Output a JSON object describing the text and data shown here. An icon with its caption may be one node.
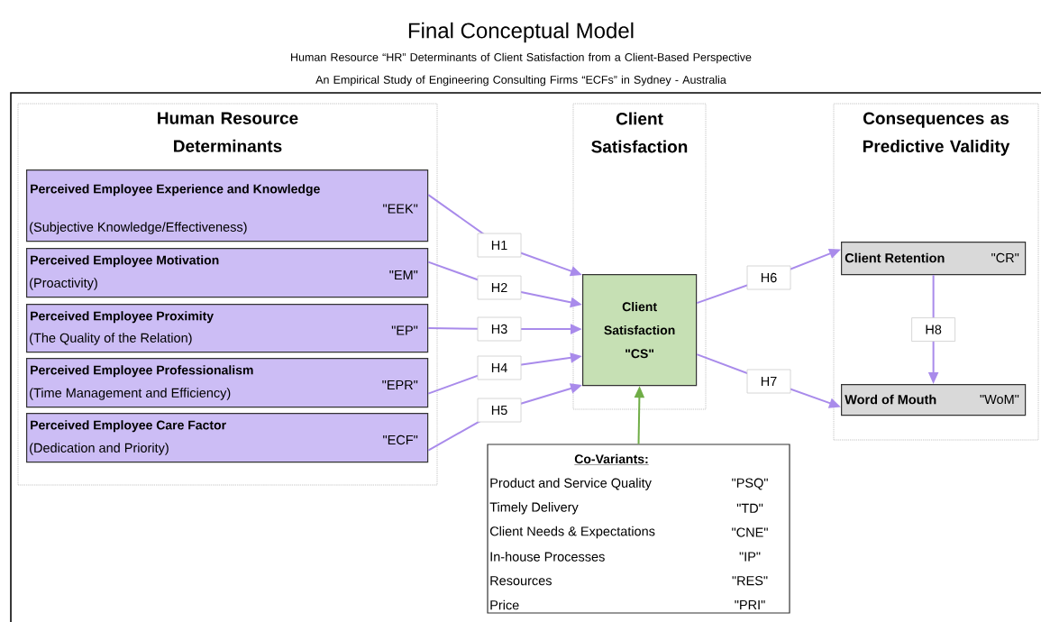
{
  "diagram": {
    "title": "Final Conceptual Model",
    "caption": "Human Resource “HR” Determinants of Client Satisfaction from a Client-Based Perspective An Empirical Study of Engineering Consulting Firms “ECFs” in Sydney - Australia",
    "nodes": [
      {
        "text": [
          "Human Resource Determinants"
        ]
      },
      {
        "text": [
          "Perceived Employee Experience and Knowledge",
          "(Subjective Knowledge/Effectiveness)",
          "\"EEK\""
        ],
        "in": 0
      },
      {
        "text": [
          "Perceived Employee Motivation",
          "(Proactivity)",
          "\"EM\""
        ],
        "in": 0
      },
      {
        "text": [
          "Perceived Employee Proximity",
          "(The Quality of the Relation)",
          "\"EP\""
        ],
        "in": 0
      },
      {
        "text": [
          "Perceived Employee Professionalism",
          "(Time Management and Efficiency)",
          "\"EPR\""
        ],
        "in": 0
      },
      {
        "text": [
          "Perceived Employee Care Factor",
          "(Dedication and Priority)",
          "\"ECF\""
        ],
        "in": 0
      },
      {
        "text": [
          "Client Satisfaction"
        ]
      },
      {
        "text": [
          "Client Satisfaction \"CS\""
        ],
        "in": 6
      },
      {
        "text": [
          "Consequences as Predictive Validity"
        ]
      },
      {
        "text": [
          "Client Retention",
          "\"CR\""
        ],
        "in": 8
      },
      {
        "text": [
          "Word of Mouth",
          "\"WoM\""
        ],
        "in": 8
      },
      {
        "text": [
          "Co-Variants:",
          "Product and Service Quality",
          "\"PSQ\"",
          "Timely Delivery",
          "\"TD\"",
          "Client Needs & Expectations",
          "\"CNE\"",
          "In-house Processes",
          "\"IP\"",
          "Resources",
          "\"RES\"",
          "Price",
          "\"PRI\""
        ]
      }
    ],
    "edges": [
      {
        "from": 1,
        "to": 7,
        "arrow": "to",
        "label": "H1"
      },
      {
        "from": 2,
        "to": 7,
        "arrow": "to",
        "label": "H2"
      },
      {
        "from": 3,
        "to": 7,
        "arrow": "to",
        "label": "H3"
      },
      {
        "from": 4,
        "to": 7,
        "arrow": "to",
        "label": "H4"
      },
      {
        "from": 5,
        "to": 7,
        "arrow": "to",
        "label": "H5"
      },
      {
        "from": 7,
        "to": 9,
        "arrow": "to",
        "label": "H6"
      },
      {
        "from": 7,
        "to": 10,
        "arrow": "to",
        "label": "H7"
      },
      {
        "from": 9,
        "to": 10,
        "arrow": "to",
        "label": "H8"
      },
      {
        "from": 11,
        "to": 7,
        "arrow": "to",
        "color": "#70ad47"
      }
    ]
  }
}
